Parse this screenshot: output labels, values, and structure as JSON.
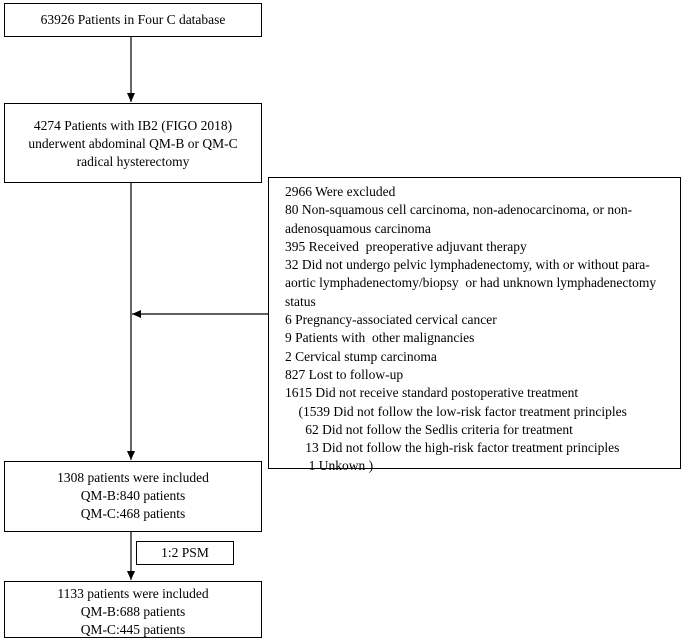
{
  "database_box": {
    "lines": [
      "63926 Patients in Four C database"
    ]
  },
  "ib2_box": {
    "lines": [
      "4274 Patients with IB2 (FIGO 2018)",
      "underwent abdominal QM-B or QM-C",
      "radical hysterectomy"
    ]
  },
  "excluded_box": {
    "lines": [
      "2966 Were excluded",
      "80 Non-squamous cell carcinoma, non-adenocarcinoma, or non-",
      "adenosquamous carcinoma",
      "395 Received  preoperative adjuvant therapy",
      "32 Did not undergo pelvic lymphadenectomy, with or without para-",
      "aortic lymphadenectomy/biopsy  or had unknown lymphadenectomy",
      "status",
      "6 Pregnancy-associated cervical cancer",
      "9 Patients with  other malignancies",
      "2 Cervical stump carcinoma",
      "827 Lost to follow-up",
      "1615 Did not receive standard postoperative treatment",
      "    (1539 Did not follow the low-risk factor treatment principles",
      "      62 Did not follow the Sedlis criteria for treatment",
      "      13 Did not follow the high-risk factor treatment principles",
      "       1 Unkown )"
    ]
  },
  "included_box": {
    "lines": [
      "1308 patients were included",
      "QM-B:840 patients",
      "QM-C:468 patients"
    ]
  },
  "psm_box": {
    "label": "1:2 PSM"
  },
  "final_box": {
    "lines": [
      "1133 patients were included",
      "QM-B:688 patients",
      "QM-C:445 patients"
    ]
  }
}
